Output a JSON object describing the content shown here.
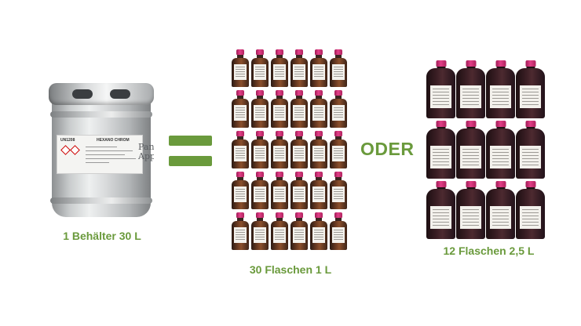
{
  "left": {
    "caption": "1 Behälter 30 L",
    "keg_label_code": "UN1208",
    "keg_label_name": "HEXANO CHROM",
    "keg_brand": "Panreac AppliChem"
  },
  "middle": {
    "caption": "30 Flaschen 1 L",
    "bottle_count": 30,
    "columns": 6,
    "rows": 5
  },
  "right": {
    "caption": "12 Flaschen 2,5 L",
    "separator": "ODER",
    "bottle_count": 12,
    "columns": 4,
    "rows": 3
  },
  "colors": {
    "accent_green": "#6a9a3c",
    "cap_pink": "#e23f87",
    "amber_glass": "#6b3b22",
    "dark_glass": "#3a1e24"
  }
}
